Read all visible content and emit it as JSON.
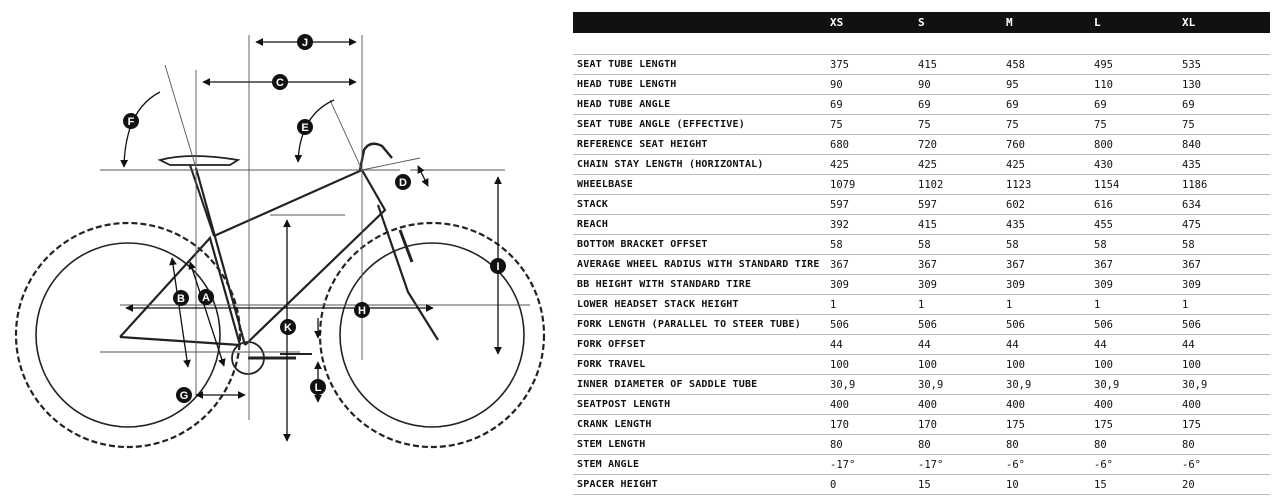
{
  "diagram": {
    "markers": [
      "J",
      "C",
      "F",
      "E",
      "D",
      "I",
      "B",
      "A",
      "K",
      "H",
      "G",
      "L"
    ]
  },
  "table": {
    "sizes": [
      "XS",
      "S",
      "M",
      "L",
      "XL"
    ],
    "rows": [
      {
        "label": "SEAT TUBE LENGTH",
        "values": [
          "375",
          "415",
          "458",
          "495",
          "535"
        ]
      },
      {
        "label": "HEAD TUBE LENGTH",
        "values": [
          "90",
          "90",
          "95",
          "110",
          "130"
        ]
      },
      {
        "label": "HEAD TUBE ANGLE",
        "values": [
          "69",
          "69",
          "69",
          "69",
          "69"
        ]
      },
      {
        "label": "SEAT TUBE ANGLE (EFFECTIVE)",
        "values": [
          "75",
          "75",
          "75",
          "75",
          "75"
        ]
      },
      {
        "label": "REFERENCE SEAT HEIGHT",
        "values": [
          "680",
          "720",
          "760",
          "800",
          "840"
        ]
      },
      {
        "label": "CHAIN STAY LENGTH (HORIZONTAL)",
        "values": [
          "425",
          "425",
          "425",
          "430",
          "435"
        ]
      },
      {
        "label": "WHEELBASE",
        "values": [
          "1079",
          "1102",
          "1123",
          "1154",
          "1186"
        ]
      },
      {
        "label": "STACK",
        "values": [
          "597",
          "597",
          "602",
          "616",
          "634"
        ]
      },
      {
        "label": "REACH",
        "values": [
          "392",
          "415",
          "435",
          "455",
          "475"
        ]
      },
      {
        "label": "BOTTOM BRACKET OFFSET",
        "values": [
          "58",
          "58",
          "58",
          "58",
          "58"
        ]
      },
      {
        "label": "AVERAGE WHEEL RADIUS WITH STANDARD TIRE",
        "values": [
          "367",
          "367",
          "367",
          "367",
          "367"
        ]
      },
      {
        "label": "BB HEIGHT WITH STANDARD TIRE",
        "values": [
          "309",
          "309",
          "309",
          "309",
          "309"
        ]
      },
      {
        "label": "LOWER HEADSET STACK HEIGHT",
        "values": [
          "1",
          "1",
          "1",
          "1",
          "1"
        ]
      },
      {
        "label": "FORK LENGTH (PARALLEL TO STEER TUBE)",
        "values": [
          "506",
          "506",
          "506",
          "506",
          "506"
        ]
      },
      {
        "label": "FORK OFFSET",
        "values": [
          "44",
          "44",
          "44",
          "44",
          "44"
        ]
      },
      {
        "label": "FORK TRAVEL",
        "values": [
          "100",
          "100",
          "100",
          "100",
          "100"
        ]
      },
      {
        "label": "INNER DIAMETER OF SADDLE TUBE",
        "values": [
          "30,9",
          "30,9",
          "30,9",
          "30,9",
          "30,9"
        ]
      },
      {
        "label": "SEATPOST LENGTH",
        "values": [
          "400",
          "400",
          "400",
          "400",
          "400"
        ]
      },
      {
        "label": "CRANK LENGTH",
        "values": [
          "170",
          "170",
          "175",
          "175",
          "175"
        ]
      },
      {
        "label": "STEM LENGTH",
        "values": [
          "80",
          "80",
          "80",
          "80",
          "80"
        ]
      },
      {
        "label": "STEM ANGLE",
        "values": [
          "-17°",
          "-17°",
          "-6°",
          "-6°",
          "-6°"
        ]
      },
      {
        "label": "SPACER HEIGHT",
        "values": [
          "0",
          "15",
          "10",
          "15",
          "20"
        ]
      }
    ]
  }
}
